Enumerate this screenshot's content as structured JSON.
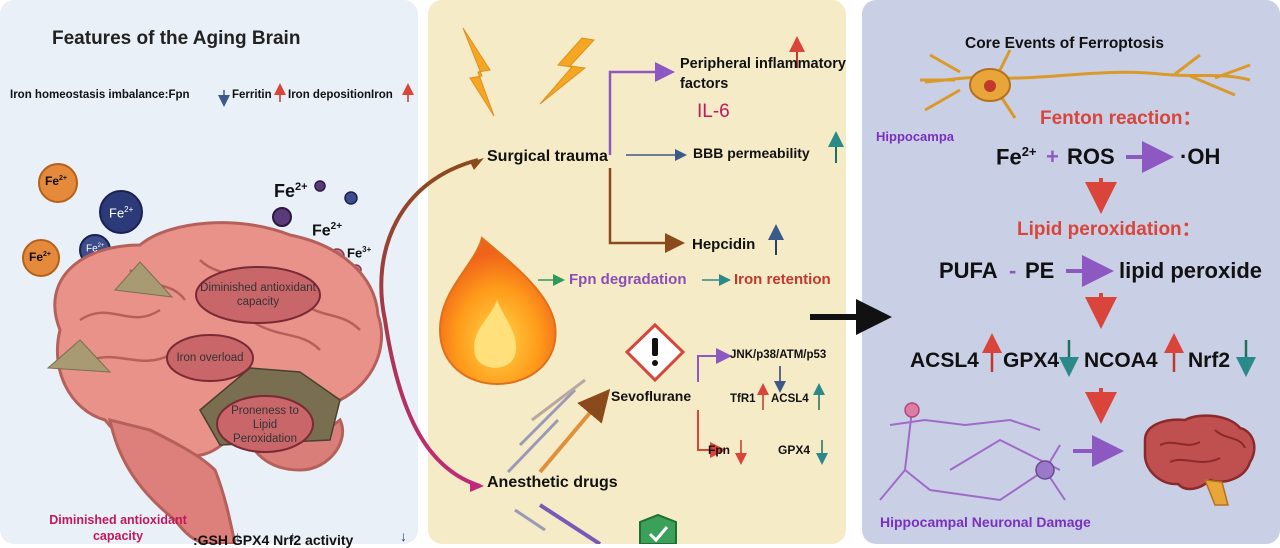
{
  "left": {
    "title": "Features of the Aging Brain",
    "homeostasis": "Iron homeostasis imbalance:Fpn",
    "ferritin": "Ferritin",
    "iron_deposition": "Iron depositionIron",
    "fe2": "Fe",
    "fe3": "Fe",
    "sup2": "2+",
    "sup3": "3+",
    "region_antiox": "Diminished antioxidant capacity",
    "region_overload": "Iron overload",
    "region_lipid": "Proneness to Lipid Peroxidation",
    "bottom_label": "Diminished antioxidant capacity",
    "bottom_markers": ":GSH  GPX4  Nrf2 activity"
  },
  "middle": {
    "peripheral": "Peripheral inflammatory factors",
    "il6": "IL-6",
    "surgical": "Surgical trauma",
    "bbb": "BBB permeability",
    "hepcidin": "Hepcidin",
    "fpn_degradation": "Fpn degradation",
    "iron_retention": "Iron retention",
    "sevoflurane": "Sevoflurane",
    "jnk": "JNK/p38/ATM/p53",
    "tfr1": "TfR1",
    "acsl4": "ACSL4",
    "fpn": "Fpn",
    "gpx4": "GPX4",
    "anesthetic": "Anesthetic drugs"
  },
  "right": {
    "title": "Core Events of Ferroptosis",
    "hippocampa": "Hippocampa",
    "fenton": "Fenton reaction：",
    "fe": "Fe",
    "sup": "2+",
    "plus": "+",
    "ros": "ROS",
    "oh": "·OH",
    "lipid_perox": "Lipid peroxidation：",
    "pufa": "PUFA",
    "dash": "-",
    "pe": "PE",
    "lipid_peroxide": "lipid peroxide",
    "acsl4": "ACSL4",
    "gpx4": "GPX4",
    "ncoa4": "NCOA4",
    "nrf2": "Nrf2",
    "damage": "Hippocampal Neuronal Damage"
  },
  "colors": {
    "up_red": "#c0392b",
    "down_blue": "#2c3e66",
    "up_teal": "#1f6f5c",
    "red_text": "#c0392b",
    "purple_text": "#8a4fb3",
    "pink_text": "#c2185b",
    "arrow_purple": "#8e58c2",
    "arrow_red": "#d9453b",
    "arrow_brown": "#8b4a1c"
  }
}
